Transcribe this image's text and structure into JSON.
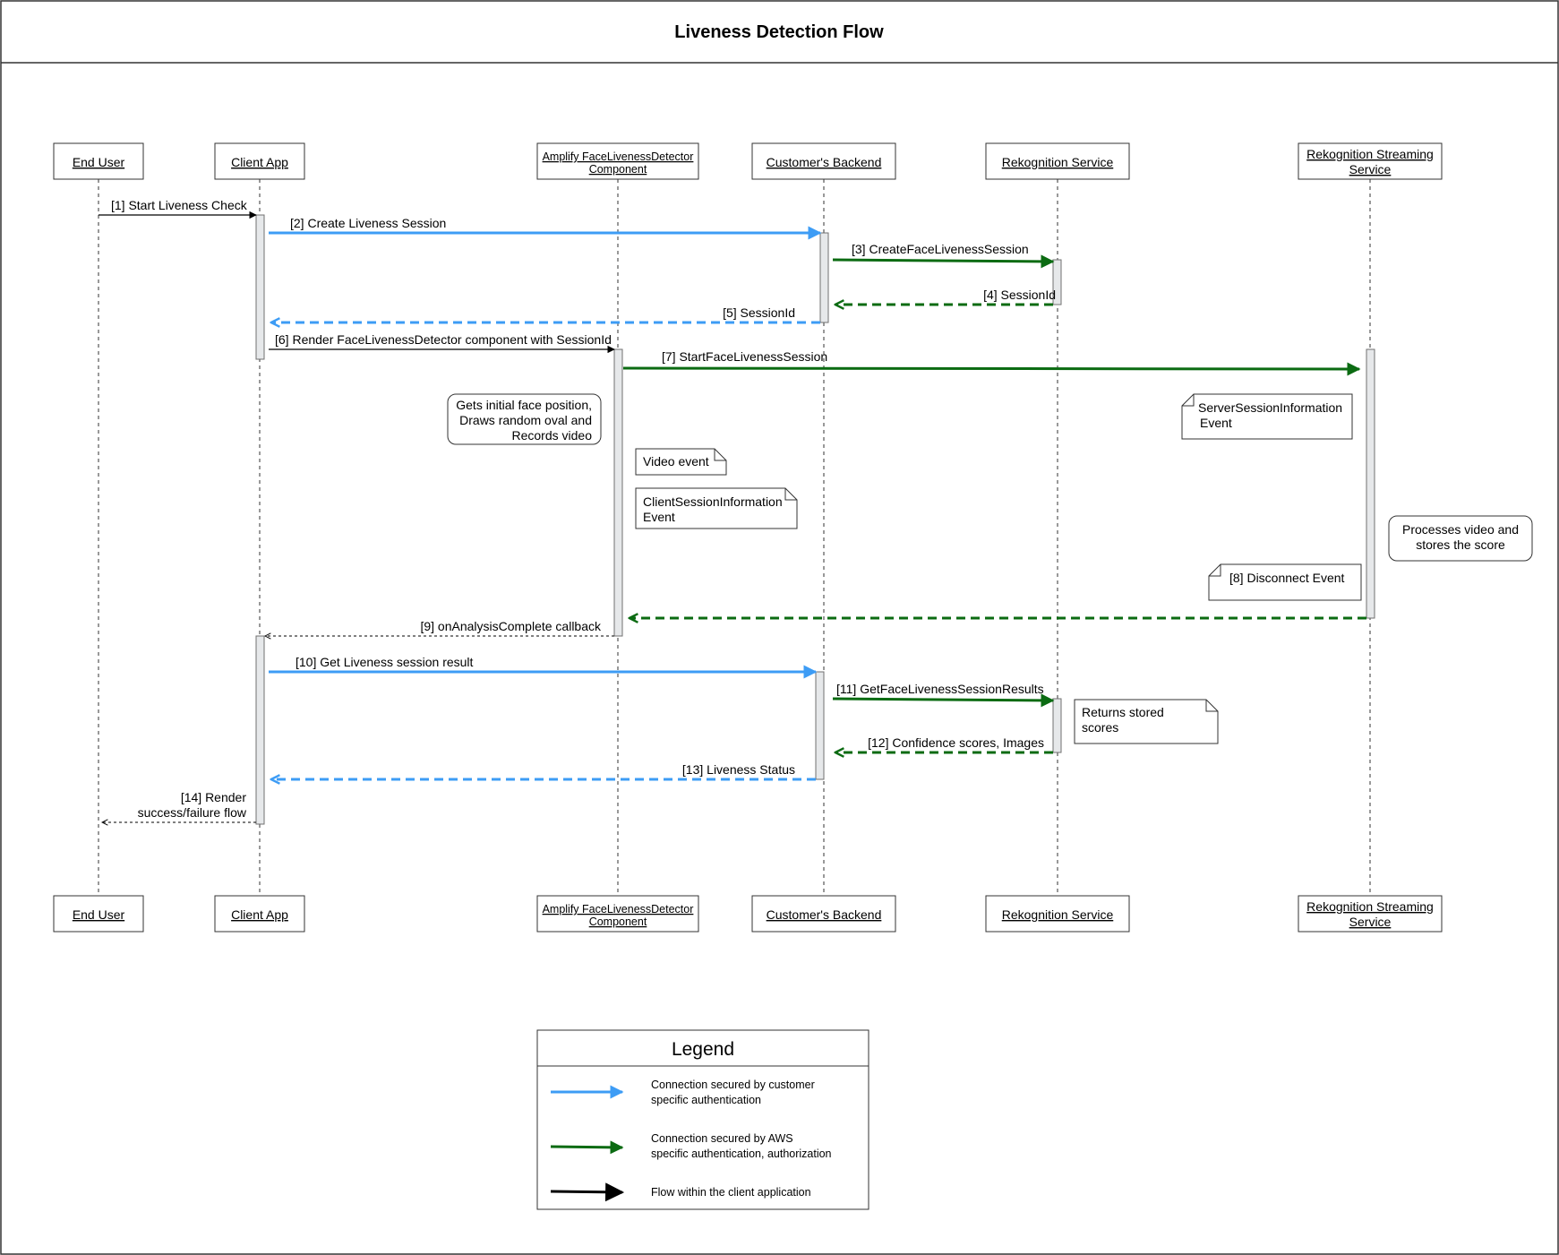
{
  "diagram": {
    "title": "Liveness Detection Flow",
    "colors": {
      "customer_auth": "#3d9cf5",
      "aws_auth": "#0b6b12",
      "client_flow": "#000000",
      "activation_fill": "#e6e8ea",
      "activation_stroke": "#707070",
      "border": "#333333"
    },
    "participants": [
      {
        "id": "user",
        "label": [
          "End User"
        ]
      },
      {
        "id": "client",
        "label": [
          "Client App"
        ]
      },
      {
        "id": "amplify",
        "label": [
          "Amplify FaceLivenessDetector",
          "Component"
        ]
      },
      {
        "id": "backend",
        "label": [
          "Customer's Backend"
        ]
      },
      {
        "id": "rek",
        "label": [
          "Rekognition Service"
        ]
      },
      {
        "id": "stream",
        "label": [
          "Rekognition Streaming",
          "Service"
        ]
      }
    ],
    "messages": [
      {
        "id": "m1",
        "label": "[1] Start Liveness Check",
        "from": "user",
        "to": "client",
        "kind": "client"
      },
      {
        "id": "m2",
        "label": "[2] Create Liveness Session",
        "from": "client",
        "to": "backend",
        "kind": "customer"
      },
      {
        "id": "m3",
        "label": "[3] CreateFaceLivenessSession",
        "from": "backend",
        "to": "rek",
        "kind": "aws"
      },
      {
        "id": "m4",
        "label": "[4] SessionId",
        "from": "rek",
        "to": "backend",
        "kind": "aws-return"
      },
      {
        "id": "m5",
        "label": "[5] SessionId",
        "from": "backend",
        "to": "client",
        "kind": "customer-return"
      },
      {
        "id": "m6",
        "label": "[6] Render FaceLivenessDetector component with SessionId",
        "from": "client",
        "to": "amplify",
        "kind": "client"
      },
      {
        "id": "m7",
        "label": "[7] StartFaceLivenessSession",
        "from": "amplify",
        "to": "stream",
        "kind": "aws"
      },
      {
        "id": "m8",
        "label": "",
        "from": "stream",
        "to": "amplify",
        "kind": "aws-return"
      },
      {
        "id": "m9",
        "label": "[9] onAnalysisComplete callback",
        "from": "amplify",
        "to": "client",
        "kind": "client-return"
      },
      {
        "id": "m10",
        "label": "[10] Get Liveness session result",
        "from": "client",
        "to": "backend",
        "kind": "customer"
      },
      {
        "id": "m11",
        "label": "[11] GetFaceLivenessSessionResults",
        "from": "backend",
        "to": "rek",
        "kind": "aws"
      },
      {
        "id": "m12",
        "label": "[12] Confidence scores, Images",
        "from": "rek",
        "to": "backend",
        "kind": "aws-return"
      },
      {
        "id": "m13",
        "label": "[13] Liveness Status",
        "from": "backend",
        "to": "client",
        "kind": "customer-return"
      },
      {
        "id": "m14",
        "label": [
          "[14] Render",
          "success/failure flow"
        ],
        "from": "client",
        "to": "user",
        "kind": "client-return"
      }
    ],
    "notes": [
      {
        "id": "n-face",
        "lines": [
          "Gets initial face position,",
          "Draws random oval and",
          "Records video"
        ],
        "shape": "rounded"
      },
      {
        "id": "n-video",
        "lines": [
          "Video event"
        ],
        "shape": "folded"
      },
      {
        "id": "n-client-session",
        "lines": [
          "ClientSessionInformation",
          "Event"
        ],
        "shape": "folded"
      },
      {
        "id": "n-server-session",
        "lines": [
          "ServerSessionInformation",
          "Event"
        ],
        "shape": "folded-left"
      },
      {
        "id": "n-process",
        "lines": [
          "Processes video and",
          "stores the score"
        ],
        "shape": "rounded"
      },
      {
        "id": "n-disconnect",
        "lines": [
          "[8] Disconnect Event"
        ],
        "shape": "folded-left"
      },
      {
        "id": "n-returns",
        "lines": [
          "Returns stored",
          "scores"
        ],
        "shape": "folded"
      }
    ],
    "legend": {
      "title": "Legend",
      "items": [
        {
          "kind": "customer",
          "lines": [
            "Connection secured by customer",
            "specific authentication"
          ]
        },
        {
          "kind": "aws",
          "lines": [
            "Connection secured by AWS",
            "specific authentication, authorization"
          ]
        },
        {
          "kind": "client",
          "lines": [
            "Flow within the client application"
          ]
        }
      ]
    }
  }
}
